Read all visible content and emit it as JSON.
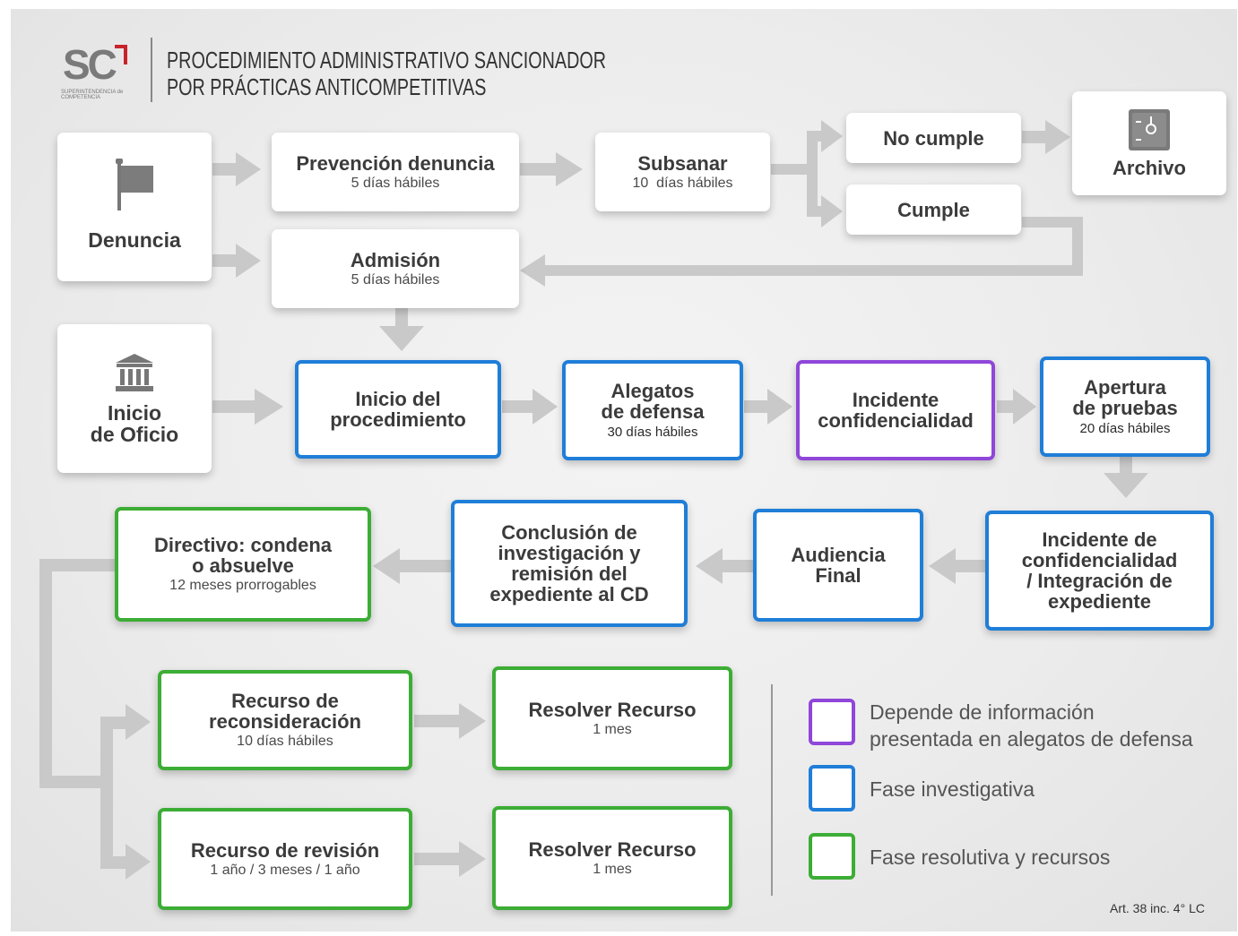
{
  "header": {
    "logo_text": "SC",
    "logo_subtext": "SUPERINTENDENCIA de COMPETENCIA",
    "title_line1": "PROCEDIMIENTO ADMINISTRATIVO SANCIONADOR",
    "title_line2": "POR PRÁCTICAS ANTICOMPETITIVAS"
  },
  "nodes": {
    "denuncia": {
      "title": "Denuncia",
      "icon": "flag-icon"
    },
    "prevencion": {
      "title": "Prevención denuncia",
      "sub": "5 días hábiles"
    },
    "subsanar": {
      "title": "Subsanar",
      "sub": "10  días hábiles"
    },
    "no_cumple": {
      "title": "No cumple"
    },
    "cumple": {
      "title": "Cumple"
    },
    "archivo": {
      "title": "Archivo",
      "icon": "archive-cabinet-icon"
    },
    "admision": {
      "title": "Admisión",
      "sub": "5 días hábiles"
    },
    "inicio_oficio": {
      "title": "Inicio\nde Oficio",
      "icon": "institution-building-icon"
    },
    "inicio_procedimiento": {
      "title": "Inicio del\nprocedimiento"
    },
    "alegatos": {
      "title": "Alegatos\nde defensa",
      "sub": "30 días hábiles"
    },
    "incidente_conf": {
      "title": "Incidente\nconfidencialidad"
    },
    "apertura": {
      "title": "Apertura\nde pruebas",
      "sub": "20 días hábiles"
    },
    "incidente_integracion": {
      "title": "Incidente de\nconfidencialidad\n/ Integración de\nexpediente"
    },
    "audiencia": {
      "title": "Audiencia\nFinal"
    },
    "conclusion": {
      "title": "Conclusión de\ninvestigación y\nremisión del\nexpediente al CD"
    },
    "directivo": {
      "title": "Directivo: condena\no absuelve",
      "sub": "12 meses prorrogables"
    },
    "recurso_reconsideracion": {
      "title": "Recurso de\nreconsideración",
      "sub": "10 días hábiles"
    },
    "resolver_1": {
      "title": "Resolver Recurso",
      "sub": "1 mes"
    },
    "recurso_revision": {
      "title": "Recurso de revisión",
      "sub": "1 año / 3 meses / 1 año"
    },
    "resolver_2": {
      "title": "Resolver Recurso",
      "sub": "1 mes"
    }
  },
  "legend": [
    {
      "label": "Depende de información\npresentada en alegatos de defensa",
      "color": "#8f46d9"
    },
    {
      "label": "Fase investigativa",
      "color": "#1f7ed8"
    },
    {
      "label": "Fase resolutiva y recursos",
      "color": "#3cad35"
    }
  ],
  "footer": {
    "note": "Art. 38 inc. 4° LC"
  },
  "colors": {
    "blue": "#1f7ed8",
    "purple": "#8f46d9",
    "green": "#3cad35",
    "connector": "#c9c9c9"
  }
}
